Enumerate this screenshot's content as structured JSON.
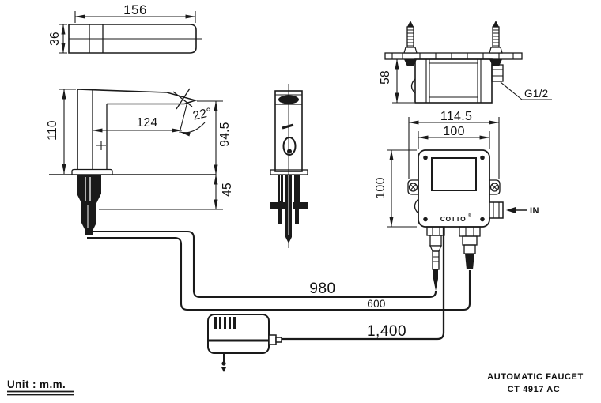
{
  "drawing": {
    "unit_note": "Unit : m.m.",
    "title_line1": "AUTOMATIC FAUCET",
    "title_line2": "CT 4917 AC",
    "brand": "COTTO",
    "brand_mark": "®",
    "line_color": "#1a1a1a",
    "background": "#ffffff"
  },
  "dimensions": {
    "spout_top_length": "156",
    "spout_top_width": "36",
    "faucet_height": "110",
    "spout_reach": "124",
    "spout_angle": "22°",
    "outlet_height": "94.5",
    "under_counter_depth": "45",
    "box_depth": "58",
    "thread_size": "G1/2",
    "box_overall_width": "114.5",
    "box_body_width": "100",
    "box_body_height": "100",
    "inlet_label": "IN",
    "sensor_cable_length": "980",
    "supply_hose_length": "600",
    "power_cord_length": "1,400"
  }
}
